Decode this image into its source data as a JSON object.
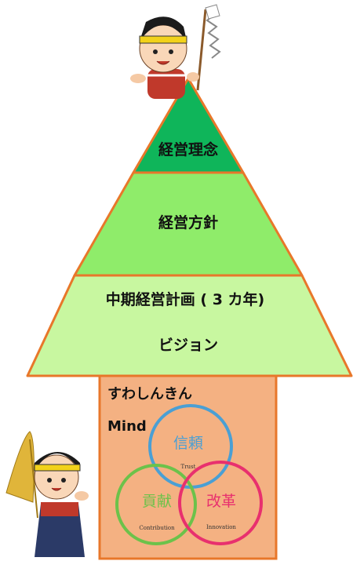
{
  "pyramid": {
    "top_label": "経営理念",
    "middle_label": "経営方針",
    "bottom_label_line1": "中期経営計画 ( 3 カ年)",
    "bottom_label_line2": "ビジョン"
  },
  "mind_box": {
    "title_line1": "すわしんきん",
    "title_line2": "Mind"
  },
  "circles": [
    {
      "kanji": "信頼",
      "english": "Trust",
      "color": "#4a9fd4"
    },
    {
      "kanji": "貢献",
      "english": "Contribution",
      "color": "#6cc24a"
    },
    {
      "kanji": "改革",
      "english": "Innovation",
      "color": "#e8306e"
    }
  ],
  "colors": {
    "tier_top": "#0fb55a",
    "tier_middle": "#8fec6a",
    "tier_bottom": "#c8f7a0",
    "outline": "#e8772a",
    "mind_box": "#f4b182"
  }
}
